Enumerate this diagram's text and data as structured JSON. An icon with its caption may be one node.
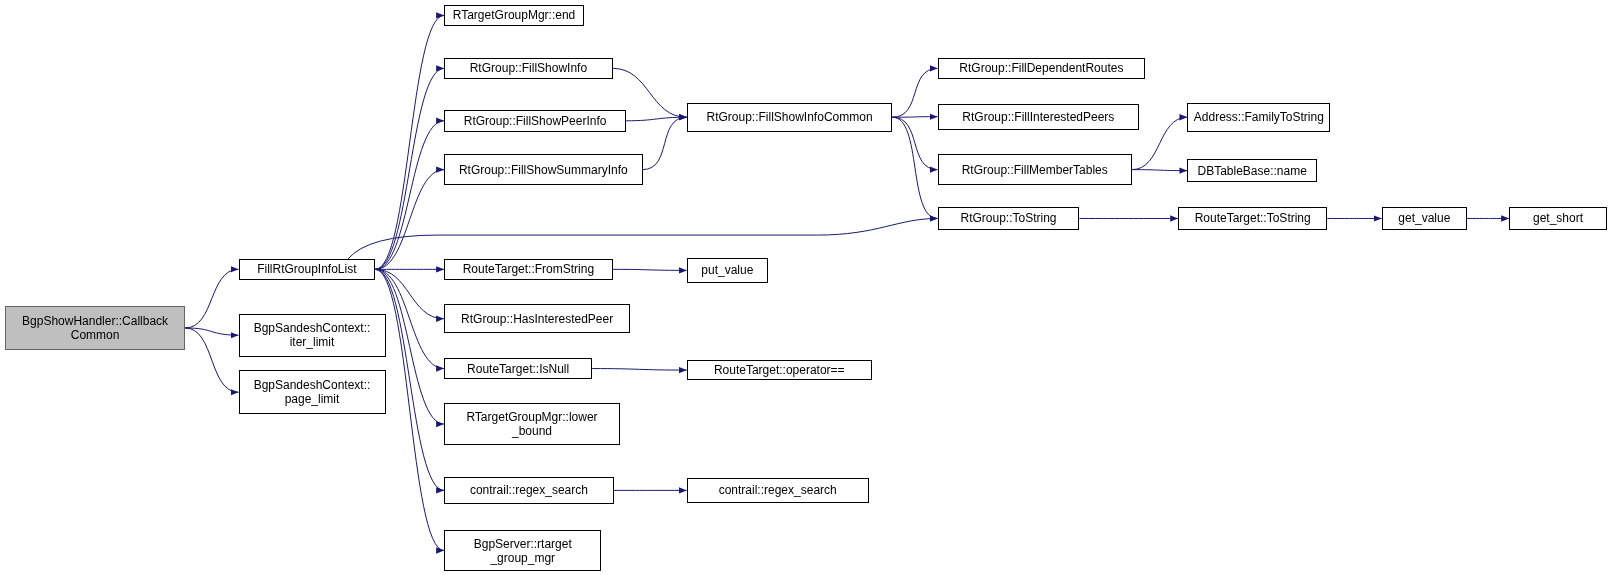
{
  "diagram": {
    "nodes": [
      {
        "text": [
          "BgpShowHandler::Callback Common"
        ]
      },
      {
        "text": [
          "FillRtGroupInfoList"
        ]
      },
      {
        "text": [
          "BgpSandeshContext:: iter_limit"
        ]
      },
      {
        "text": [
          "BgpSandeshContext:: page_limit"
        ]
      },
      {
        "text": [
          "RTargetGroupMgr::end"
        ]
      },
      {
        "text": [
          "RtGroup::FillShowInfo"
        ]
      },
      {
        "text": [
          "RtGroup::FillShowPeerInfo"
        ]
      },
      {
        "text": [
          "RtGroup::FillShowSummaryInfo"
        ]
      },
      {
        "text": [
          "RouteTarget::FromString"
        ]
      },
      {
        "text": [
          "RtGroup::HasInterestedPeer"
        ]
      },
      {
        "text": [
          "RouteTarget::IsNull"
        ]
      },
      {
        "text": [
          "RTargetGroupMgr::lower _bound"
        ]
      },
      {
        "text": [
          "contrail::regex_search"
        ]
      },
      {
        "text": [
          "BgpServer::rtarget _group_mgr"
        ]
      },
      {
        "text": [
          "RtGroup::FillShowInfoCommon"
        ]
      },
      {
        "text": [
          "RtGroup::FillDependentRoutes"
        ]
      },
      {
        "text": [
          "RtGroup::FillInterestedPeers"
        ]
      },
      {
        "text": [
          "RtGroup::FillMemberTables"
        ]
      },
      {
        "text": [
          "RtGroup::ToString"
        ]
      },
      {
        "text": [
          "Address::FamilyToString"
        ]
      },
      {
        "text": [
          "DBTableBase::name"
        ]
      },
      {
        "text": [
          "RouteTarget::ToString"
        ]
      },
      {
        "text": [
          "get_value"
        ]
      },
      {
        "text": [
          "put_value"
        ]
      },
      {
        "text": [
          "RouteTarget::operator=="
        ]
      },
      {
        "text": [
          "contrail::regex_search"
        ]
      },
      {
        "text": [
          "get_short"
        ]
      }
    ],
    "edges": [
      {
        "from": 0,
        "to": 1,
        "arrow": "to"
      },
      {
        "from": 0,
        "to": 2,
        "arrow": "to"
      },
      {
        "from": 0,
        "to": 3,
        "arrow": "to"
      },
      {
        "from": 1,
        "to": 4,
        "arrow": "to"
      },
      {
        "from": 1,
        "to": 5,
        "arrow": "to"
      },
      {
        "from": 1,
        "to": 6,
        "arrow": "to"
      },
      {
        "from": 1,
        "to": 7,
        "arrow": "to"
      },
      {
        "from": 1,
        "to": 18,
        "arrow": "to"
      },
      {
        "from": 1,
        "to": 8,
        "arrow": "to"
      },
      {
        "from": 1,
        "to": 9,
        "arrow": "to"
      },
      {
        "from": 1,
        "to": 10,
        "arrow": "to"
      },
      {
        "from": 1,
        "to": 11,
        "arrow": "to"
      },
      {
        "from": 1,
        "to": 12,
        "arrow": "to"
      },
      {
        "from": 1,
        "to": 13,
        "arrow": "to"
      },
      {
        "from": 5,
        "to": 14,
        "arrow": "to"
      },
      {
        "from": 6,
        "to": 14,
        "arrow": "to"
      },
      {
        "from": 7,
        "to": 14,
        "arrow": "to"
      },
      {
        "from": 14,
        "to": 15,
        "arrow": "to"
      },
      {
        "from": 14,
        "to": 16,
        "arrow": "to"
      },
      {
        "from": 14,
        "to": 17,
        "arrow": "to"
      },
      {
        "from": 14,
        "to": 18,
        "arrow": "to"
      },
      {
        "from": 17,
        "to": 19,
        "arrow": "to"
      },
      {
        "from": 17,
        "to": 20,
        "arrow": "to"
      },
      {
        "from": 18,
        "to": 21,
        "arrow": "to"
      },
      {
        "from": 21,
        "to": 22,
        "arrow": "to"
      },
      {
        "from": 22,
        "to": 26,
        "arrow": "to"
      },
      {
        "from": 8,
        "to": 23,
        "arrow": "to"
      },
      {
        "from": 10,
        "to": 24,
        "arrow": "to"
      },
      {
        "from": 12,
        "to": 25,
        "arrow": "to"
      }
    ]
  }
}
